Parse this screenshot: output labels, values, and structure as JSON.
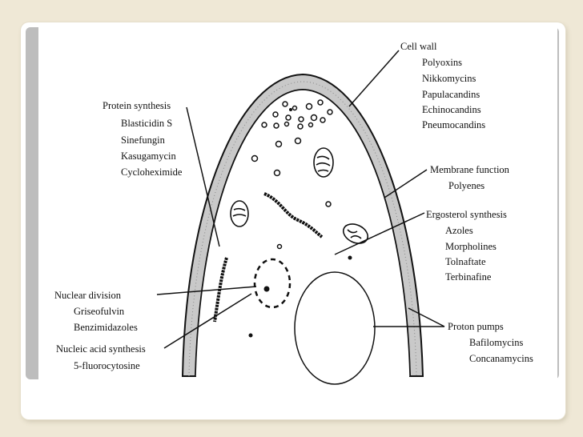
{
  "groups": {
    "cell_wall": {
      "heading": "Cell wall",
      "items": [
        "Polyoxins",
        "Nikkomycins",
        "Papulacandins",
        "Echinocandins",
        "Pneumocandins"
      ]
    },
    "protein": {
      "heading": "Protein synthesis",
      "items": [
        "Blasticidin S",
        "Sinefungin",
        "Kasugamycin",
        "Cycloheximide"
      ]
    },
    "membrane": {
      "heading": "Membrane function",
      "items": [
        "Polyenes"
      ]
    },
    "ergosterol": {
      "heading": "Ergosterol synthesis",
      "items": [
        "Azoles",
        "Morpholines",
        "Tolnaftate",
        "Terbinafine"
      ]
    },
    "nuclear": {
      "heading": "Nuclear division",
      "items": [
        "Griseofulvin",
        "Benzimidazoles"
      ]
    },
    "nucleic": {
      "heading": "Nucleic acid synthesis",
      "items": [
        "5-fluorocytosine"
      ]
    },
    "proton": {
      "heading": "Proton pumps",
      "items": [
        "Bafilomycins",
        "Concanamycins"
      ]
    }
  },
  "colors": {
    "background": "#efe8d6",
    "frame": "#bdbdbd",
    "ink": "#111111",
    "wall_fill": "#c9c9c9"
  }
}
